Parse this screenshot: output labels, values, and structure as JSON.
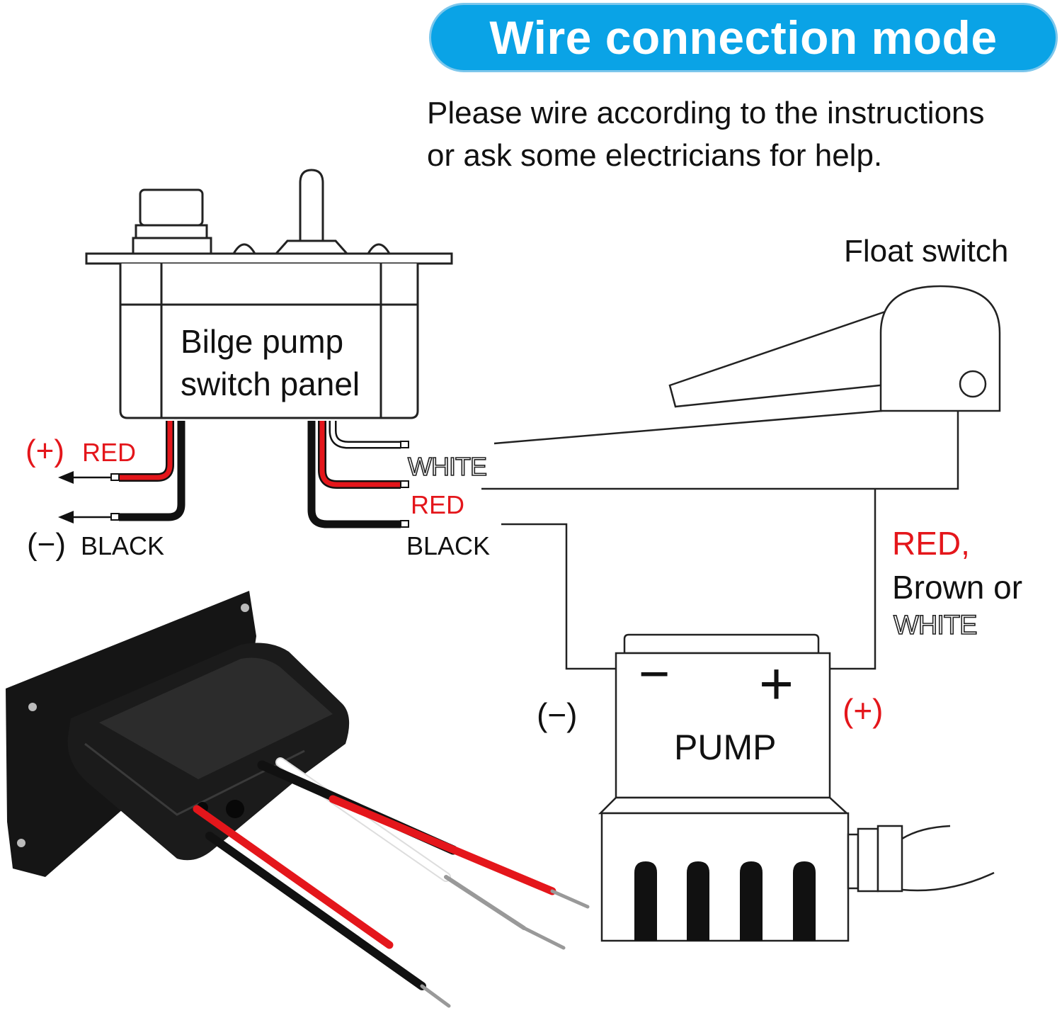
{
  "header": {
    "title": "Wire connection mode",
    "subtitle_line1": "Please wire according to the instructions",
    "subtitle_line2": "or ask some electricians for help.",
    "pill_color": "#0aa3e6"
  },
  "switch_panel": {
    "label_line1": "Bilge pump",
    "label_line2": "switch panel"
  },
  "left_wires": {
    "positive_sign": "(+)",
    "positive_label": "RED",
    "negative_sign": "(−)",
    "negative_label": "BLACK"
  },
  "right_wires": {
    "white_label": "WHITE",
    "red_label": "RED",
    "black_label": "BLACK"
  },
  "float_switch": {
    "label": "Float switch"
  },
  "pump_wire_note": {
    "line1": "RED,",
    "line2": "Brown or",
    "line3": "WHITE"
  },
  "pump": {
    "label": "PUMP",
    "minus_sign": "−",
    "plus_sign": "+",
    "neg_terminal": "(−)",
    "pos_terminal": "(+)"
  },
  "colors": {
    "wire_red": "#e4161b",
    "wire_black": "#111111",
    "text_red": "#e4161b"
  }
}
